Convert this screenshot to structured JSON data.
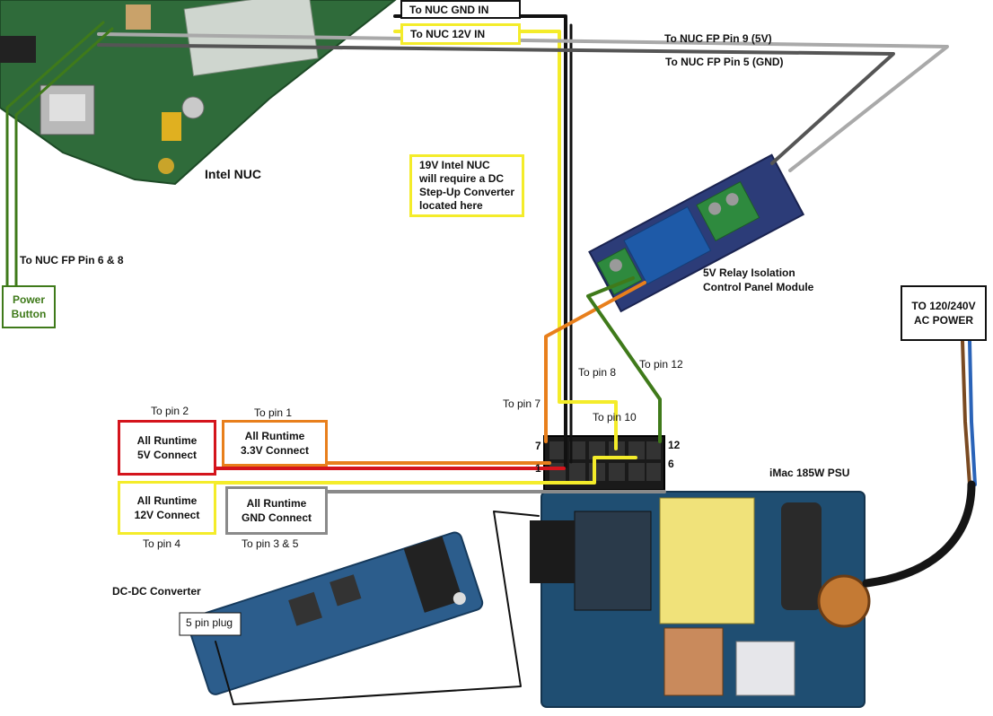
{
  "components": {
    "nuc": "Intel NUC",
    "relay": [
      "5V Relay Isolation",
      "Control Panel Module"
    ],
    "psu": "iMac 185W PSU",
    "dcdc": "DC-DC Converter",
    "plug": "5 pin plug"
  },
  "boxes": {
    "nuc_gnd_in": "To NUC GND IN",
    "nuc_12v_in": "To NUC 12V IN",
    "step_up": [
      "19V Intel NUC",
      "will require a DC",
      "Step-Up Converter",
      "located here"
    ],
    "power_button": [
      "Power",
      "Button"
    ],
    "ac_power": [
      "TO 120/240V",
      "AC POWER"
    ],
    "rt_5v": [
      "All Runtime",
      "5V Connect"
    ],
    "rt_33v": [
      "All Runtime",
      "3.3V Connect"
    ],
    "rt_12v": [
      "All Runtime",
      "12V Connect"
    ],
    "rt_gnd": [
      "All Runtime",
      "GND Connect"
    ]
  },
  "labels": {
    "fp9": "To NUC FP Pin 9 (5V)",
    "fp5": "To NUC FP Pin 5 (GND)",
    "fp68": "To NUC FP Pin 6 & 8",
    "pin2": "To pin 2",
    "pin1": "To pin 1",
    "pin4": "To pin 4",
    "pin35": "To pin 3 & 5",
    "pin7": "To pin 7",
    "pin8": "To pin 8",
    "pin10": "To pin 10",
    "pin12": "To pin 12",
    "n7": "7",
    "n12": "12",
    "n1": "1",
    "n6": "6"
  },
  "colors": {
    "red": "#d4141c",
    "orange": "#e87f1c",
    "yellow": "#f4ec2a",
    "gray": "#8a8a8a",
    "black": "#111111",
    "green": "#3f7a1a",
    "brown": "#7a4a22",
    "blue": "#2a63b8",
    "pcb_green": "#2f6b3a",
    "pcb_blue": "#2c5d8c"
  }
}
